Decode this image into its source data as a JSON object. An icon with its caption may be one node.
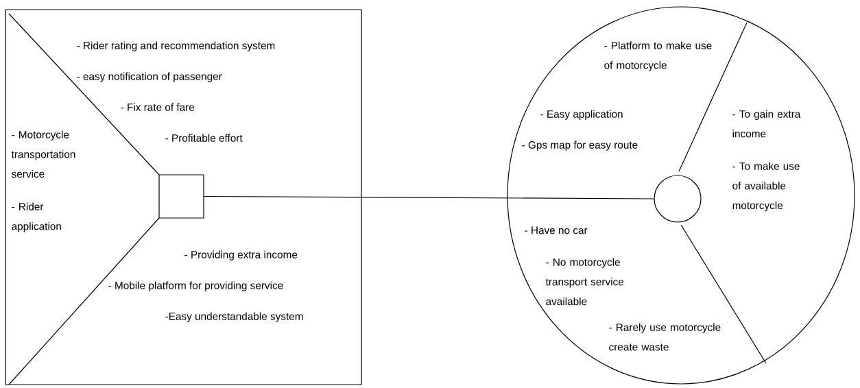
{
  "diagram": {
    "nodes": [
      {
        "text": [],
        "shape": "box"
      },
      {
        "text": [],
        "shape": "box",
        "in": 0
      },
      {
        "text": [],
        "shape": "circle"
      },
      {
        "text": [],
        "shape": "circle",
        "in": 2
      }
    ],
    "edges": [
      {
        "from": 1,
        "to": 3,
        "arrow": "none"
      }
    ],
    "labels": [
      "- Rider rating and recommendation system",
      "- easy notification of passenger",
      "- Fix rate of fare",
      "- Profitable effort",
      "- Motorcycle transportation service",
      "- Rider application",
      "- Providing extra income",
      "- Mobile platform for providing service",
      "-Easy understandable system",
      "- Platform to make use of motorcycle",
      "- Easy application",
      "- Gps map for easy route",
      "- To gain extra income",
      "- To make use of available motorcycle",
      "- Have no car",
      "- No motorcycle transport service available",
      "- Rarely use motorcycle create waste"
    ]
  }
}
